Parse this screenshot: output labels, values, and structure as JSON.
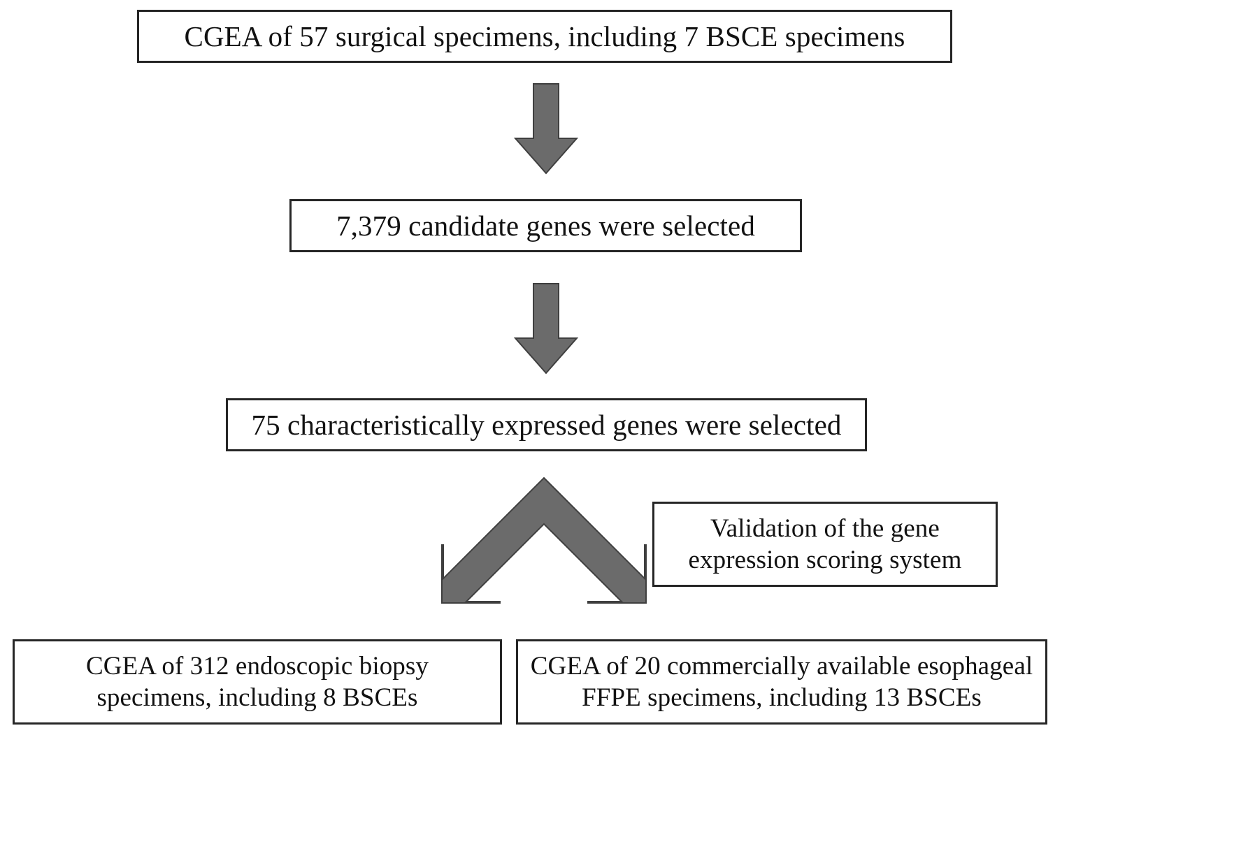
{
  "diagram": {
    "title": "CGEA study flow diagram",
    "accent_color": "#6b6b6b",
    "box_border_color": "#262626",
    "background_color": "#ffffff",
    "boxes": [
      {
        "id": "cgea-surgical",
        "text": "CGEA of 57 surgical specimens, including 7 BSCE specimens"
      },
      {
        "id": "candidate-genes",
        "text": "7,379 candidate genes were selected"
      },
      {
        "id": "characteristic-genes",
        "text": "75 characteristically expressed genes were selected"
      },
      {
        "id": "validation",
        "text": "Validation of the gene\nexpression scoring system"
      },
      {
        "id": "endoscopic-biopsy",
        "text": "CGEA of 312 endoscopic biopsy\nspecimens, including 8 BSCEs"
      },
      {
        "id": "ffpe",
        "text": "CGEA of 20 commercially available esophageal\nFFPE specimens, including 13 BSCEs"
      }
    ],
    "arrows": [
      {
        "id": "arrow-down-1",
        "type": "down-arrow"
      },
      {
        "id": "arrow-down-2",
        "type": "down-arrow"
      },
      {
        "id": "arrow-split",
        "type": "split-arrow-down"
      }
    ]
  }
}
